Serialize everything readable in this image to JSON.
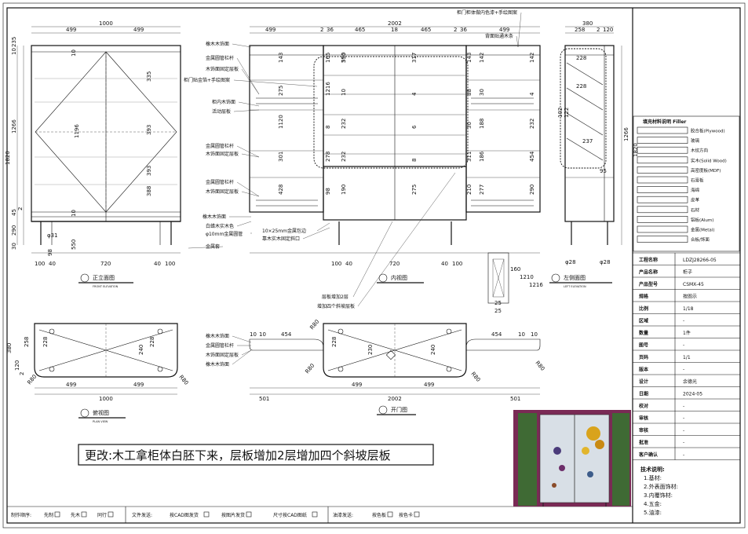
{
  "front_view": {
    "title": "正立面图",
    "subtitle": "FRONT ELEVATION",
    "top_dims": [
      "1000",
      "499",
      "499"
    ],
    "bottom_dims": [
      "100",
      "40",
      "720",
      "40",
      "100"
    ],
    "left_dims": [
      "10",
      "235",
      "1266",
      "45",
      "2",
      "1820",
      "290",
      "30"
    ],
    "inner_dims": [
      "10",
      "1196",
      "335",
      "393",
      "393",
      "388",
      "10",
      "98",
      "550"
    ],
    "callouts": [
      "φ31"
    ]
  },
  "inner_view": {
    "title": "内视图",
    "top_dims": [
      "2002",
      "499",
      "2",
      "36",
      "465",
      "18",
      "465",
      "2",
      "36",
      "499"
    ],
    "bottom_dims": [
      "100",
      "40",
      "720",
      "40",
      "100"
    ],
    "inner_dims": [
      "395",
      "317",
      "142",
      "142",
      "143",
      "143",
      "165",
      "10",
      "4",
      "30",
      "4",
      "88",
      "275",
      "1216",
      "232",
      "6",
      "188",
      "232",
      "30",
      "1120",
      "8",
      "232",
      "8",
      "186",
      "454",
      "311",
      "301",
      "278",
      "190",
      "275",
      "277",
      "290",
      "210",
      "428",
      "98",
      "550"
    ]
  },
  "side_view": {
    "title": "左侧面图",
    "subtitle": "LEFT ELEVATION",
    "top_dims": [
      "380",
      "258",
      "2",
      "120"
    ],
    "inner_dims": [
      "228",
      "228",
      "237",
      "95",
      "1820",
      "1266",
      "102",
      "122"
    ],
    "bottom_dims": [
      "φ28",
      "φ28"
    ]
  },
  "plan_view": {
    "title": "俯视图",
    "subtitle": "PLAN VIEW",
    "dims": [
      "1000",
      "499",
      "499",
      "380",
      "120",
      "2",
      "258",
      "228",
      "240",
      "228"
    ],
    "callouts": [
      "R80",
      "R80"
    ]
  },
  "open_view": {
    "title": "开门图",
    "top_dims": [
      "10",
      "10",
      "454",
      "454",
      "10",
      "10"
    ],
    "dims": [
      "2002",
      "501",
      "499",
      "499",
      "501",
      "230",
      "240",
      "228"
    ],
    "callouts": [
      "R80",
      "R80",
      "R80",
      "R80"
    ]
  },
  "detail_view": {
    "dims": [
      "160",
      "1210",
      "1216",
      "25",
      "25"
    ]
  },
  "annotations": [
    "柜门柜体做内色漆+手绘图案",
    "背面贴通木条",
    "橡木木饰面",
    "金属圆管栏杆",
    "木饰面固定层板",
    "柜门贴金箔+手绘图案",
    "柜内木饰面",
    "活动层板",
    "金属圆管栏杆",
    "木饰面固定层板",
    "金属圆管栏杆",
    "木饰面固定层板",
    "橡木木饰面",
    "白蜡木实木色",
    "φ10mm金属圆管",
    "金属套",
    "10×25mm金属包边",
    "靠木实木固定斜口",
    "层板增加2层",
    "增加四个斜坡层板",
    "橡木木饰面",
    "金属圆管栏杆",
    "木饰面固定层板",
    "橡木木饰面"
  ],
  "change_note": "更改:木工拿柜体白胚下来，层板增加2层增加四个斜坡层板",
  "legend": {
    "title": "填充材料说明 Filler",
    "items": [
      "胶合板(Plywood)",
      "玻璃",
      "木纹方向",
      "实木(Solid Wood)",
      "高密度板(MDF)",
      "石膏板",
      "海绵",
      "皮革",
      "石材",
      "铝板(Alum)",
      "金属(Metal)",
      "合板/饰面"
    ]
  },
  "title_table": [
    {
      "label": "工程名称",
      "value": "LDZJ28266-05"
    },
    {
      "label": "产品名称",
      "value": "柜子"
    },
    {
      "label": "产品型号",
      "value": "CSMX-45"
    },
    {
      "label": "规格",
      "value": "按图示"
    },
    {
      "label": "比例",
      "value": "1/18"
    },
    {
      "label": "区域",
      "value": "-"
    },
    {
      "label": "数量",
      "value": "1件"
    },
    {
      "label": "图号",
      "value": "-"
    },
    {
      "label": "页码",
      "value": "1/1"
    },
    {
      "label": "版本",
      "value": "-"
    },
    {
      "label": "设计",
      "value": "余德光"
    },
    {
      "label": "日期",
      "value": "2024-05"
    },
    {
      "label": "校对",
      "value": "-"
    },
    {
      "label": "审核",
      "value": "-"
    },
    {
      "label": "审核",
      "value": "-"
    },
    {
      "label": "批准",
      "value": "-"
    },
    {
      "label": "客户确认",
      "value": "-"
    }
  ],
  "tech_notes": {
    "title": "技术说明:",
    "items": [
      "1.基材:",
      "2.外表面饰材:",
      "3.内覆饰材:",
      "4.五金:",
      "5.油漆:"
    ]
  },
  "footer": {
    "order_label": "制作顺序:",
    "order_items": [
      "先制",
      "先木",
      "同行"
    ],
    "file_label": "文件发送:",
    "file_items": [
      "按CAD图发货",
      "按图片发货",
      "尺寸按CAD图纸"
    ],
    "color_label": "油漆发送:",
    "color_items": [
      "按色板",
      "按色卡"
    ]
  },
  "colors": {
    "line": "#111111",
    "paper": "#ffffff",
    "photo_bg": "#7a2a55"
  }
}
